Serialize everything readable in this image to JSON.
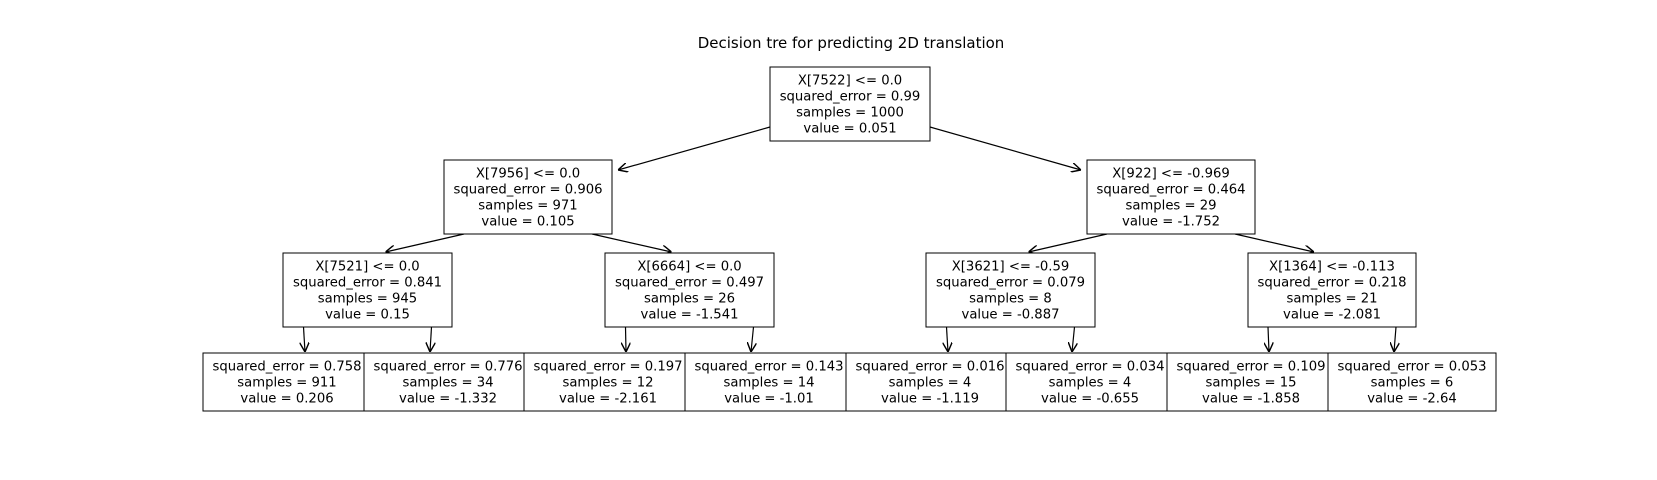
{
  "title": "Decision tre for predicting 2D translation",
  "nodes": [
    {
      "id": "n0",
      "lines": [
        "X[7522] <= 0.0",
        "squared_error = 0.99",
        "samples = 1000",
        "value = 0.051"
      ]
    },
    {
      "id": "n1",
      "lines": [
        "X[7956] <= 0.0",
        "squared_error = 0.906",
        "samples = 971",
        "value = 0.105"
      ]
    },
    {
      "id": "n2",
      "lines": [
        "X[922] <= -0.969",
        "squared_error = 0.464",
        "samples = 29",
        "value = -1.752"
      ]
    },
    {
      "id": "n3",
      "lines": [
        "X[7521] <= 0.0",
        "squared_error = 0.841",
        "samples = 945",
        "value = 0.15"
      ]
    },
    {
      "id": "n4",
      "lines": [
        "X[6664] <= 0.0",
        "squared_error = 0.497",
        "samples = 26",
        "value = -1.541"
      ]
    },
    {
      "id": "n5",
      "lines": [
        "X[3621] <= -0.59",
        "squared_error = 0.079",
        "samples = 8",
        "value = -0.887"
      ]
    },
    {
      "id": "n6",
      "lines": [
        "X[1364] <= -0.113",
        "squared_error = 0.218",
        "samples = 21",
        "value = -2.081"
      ]
    },
    {
      "id": "n7",
      "lines": [
        "squared_error = 0.758",
        "samples = 911",
        "value = 0.206"
      ]
    },
    {
      "id": "n8",
      "lines": [
        "squared_error = 0.776",
        "samples = 34",
        "value = -1.332"
      ]
    },
    {
      "id": "n9",
      "lines": [
        "squared_error = 0.197",
        "samples = 12",
        "value = -2.161"
      ]
    },
    {
      "id": "n10",
      "lines": [
        "squared_error = 0.143",
        "samples = 14",
        "value = -1.01"
      ]
    },
    {
      "id": "n11",
      "lines": [
        "squared_error = 0.016",
        "samples = 4",
        "value = -1.119"
      ]
    },
    {
      "id": "n12",
      "lines": [
        "squared_error = 0.034",
        "samples = 4",
        "value = -0.655"
      ]
    },
    {
      "id": "n13",
      "lines": [
        "squared_error = 0.109",
        "samples = 15",
        "value = -1.858"
      ]
    },
    {
      "id": "n14",
      "lines": [
        "squared_error = 0.053",
        "samples = 6",
        "value = -2.64"
      ]
    }
  ],
  "edges": [
    [
      "n0",
      "n1"
    ],
    [
      "n0",
      "n2"
    ],
    [
      "n1",
      "n3"
    ],
    [
      "n1",
      "n4"
    ],
    [
      "n2",
      "n5"
    ],
    [
      "n2",
      "n6"
    ],
    [
      "n3",
      "n7"
    ],
    [
      "n3",
      "n8"
    ],
    [
      "n4",
      "n9"
    ],
    [
      "n4",
      "n10"
    ],
    [
      "n5",
      "n11"
    ],
    [
      "n5",
      "n12"
    ],
    [
      "n6",
      "n13"
    ],
    [
      "n6",
      "n14"
    ]
  ]
}
